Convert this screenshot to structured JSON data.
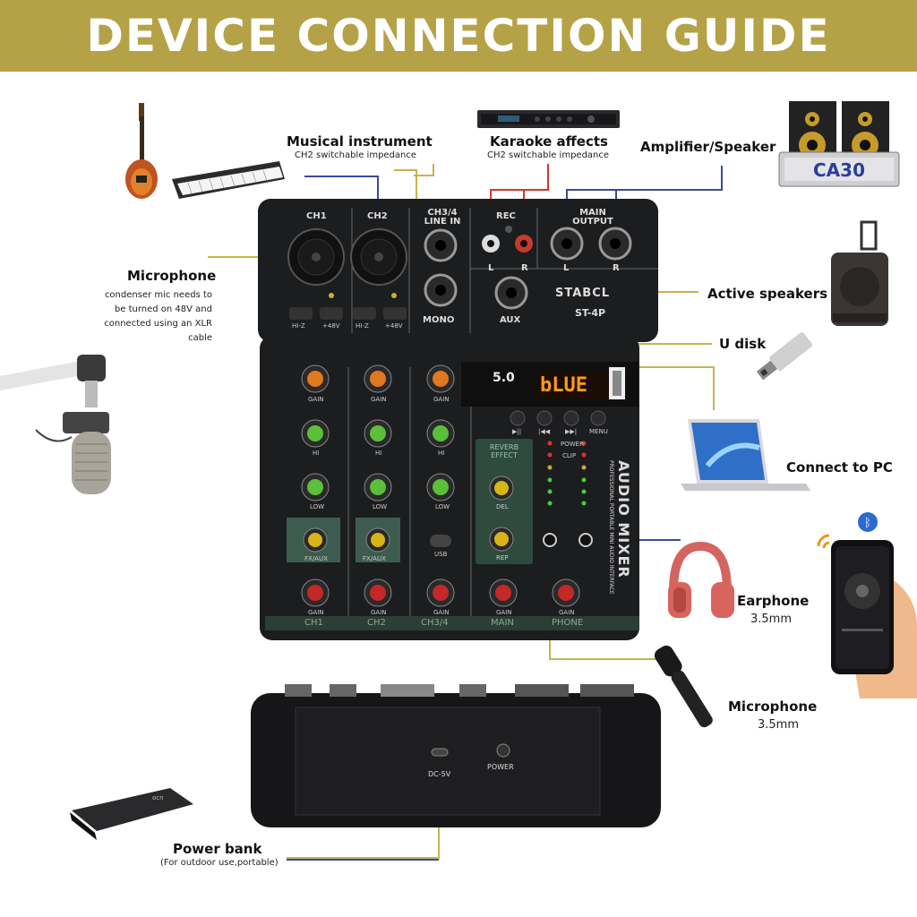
{
  "banner": {
    "title": "DEVICE CONNECTION GUIDE"
  },
  "callouts": {
    "musical_instrument": {
      "title": "Musical instrument",
      "note": "CH2 switchable impedance"
    },
    "karaoke": {
      "title": "Karaoke affects",
      "note": "CH2 switchable impedance"
    },
    "amplifier": {
      "title": "Amplifier/Speaker"
    },
    "microphone_xlr": {
      "title": "Microphone",
      "note": "condenser mic needs to be turned on 48V and connected using an XLR cable"
    },
    "active_speakers": {
      "title": "Active speakers"
    },
    "u_disk": {
      "title": "U disk"
    },
    "connect_pc": {
      "title": "Connect to PC"
    },
    "earphone": {
      "title": "Earphone",
      "note": "3.5mm"
    },
    "microphone_35": {
      "title": "Microphone",
      "note": "3.5mm"
    },
    "power_bank": {
      "title": "Power bank",
      "note": "(For outdoor use,portable)"
    }
  },
  "mixer": {
    "brand": "STABCL",
    "model": "ST-4P",
    "name": "AUDIO MIXER",
    "subtitle": "PROFESSIONAL PORTABLE MINI AUDIO INTERFACE",
    "bt_version": "5.0",
    "lcd_text": "bLUE",
    "jacks": {
      "ch1": "CH1",
      "ch2": "CH2",
      "ch34": "CH3/4 LINE IN",
      "rec": "REC",
      "main_output": "MAIN OUTPUT",
      "mono": "MONO",
      "aux": "AUX",
      "l": "L",
      "r": "R"
    },
    "switches": {
      "hiz": "HI-Z",
      "v48": "+48V",
      "usb": "USB"
    },
    "knob_labels": {
      "gain": "GAIN",
      "hi": "HI",
      "low": "LOW",
      "del": "DEL",
      "rep": "REP",
      "fx_aux": "FX/AUX"
    },
    "reverb": "REVERB EFFECT",
    "meter": {
      "power": "POWER",
      "clip": "CLIP"
    },
    "transport": [
      "▶||",
      "|◀◀",
      "▶▶|",
      "MENU"
    ],
    "bottom_strip": [
      "CH1",
      "CH2",
      "CH3/4",
      "MAIN",
      "PHONE"
    ],
    "back_panel": {
      "dc": "DC-5V",
      "power": "POWER"
    }
  },
  "amp_display": "CA30",
  "powerbank_brand": "ocn",
  "colors": {
    "banner": "#b5a247",
    "gold_line": "#c8b44e",
    "blue_line": "#3c4a9c",
    "red_line": "#d23a2a",
    "panel": "#1c1d1f",
    "lcd": "#ff9a1a"
  }
}
